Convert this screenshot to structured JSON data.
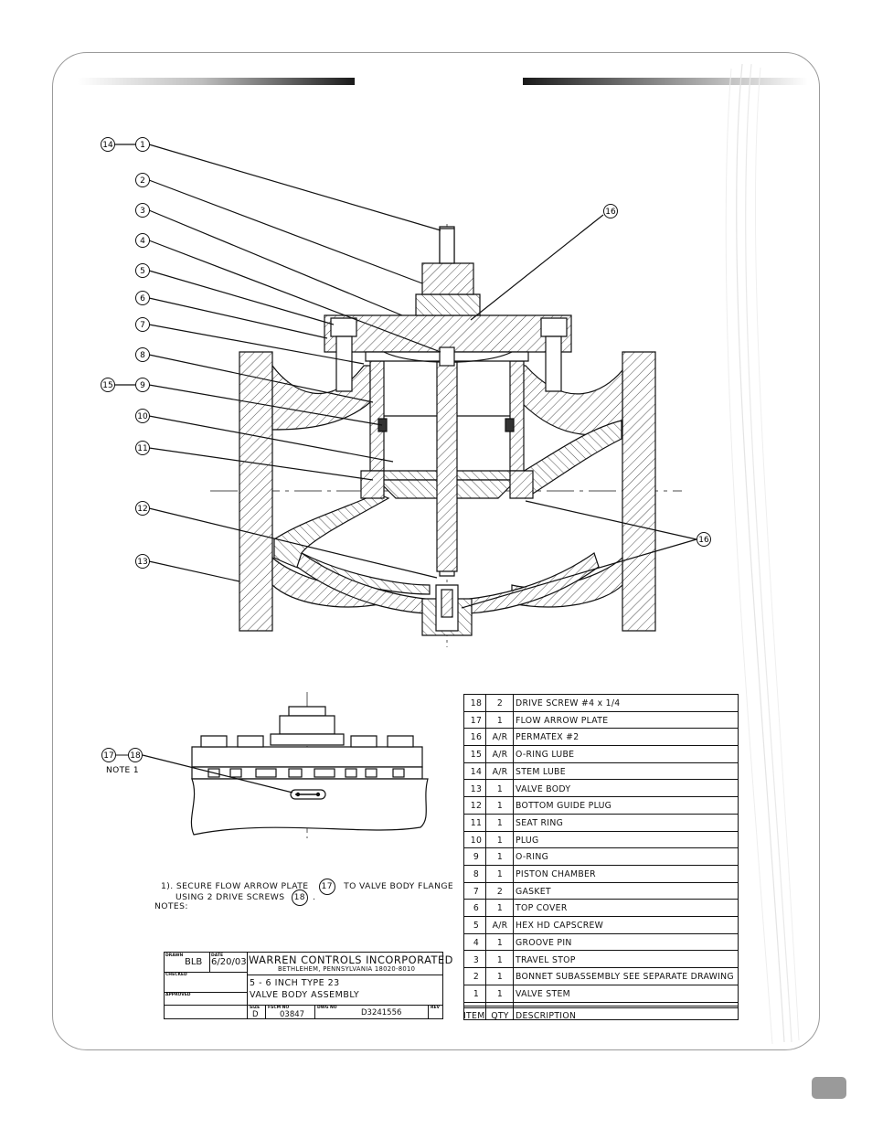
{
  "callouts_left": [
    "14",
    "1",
    "2",
    "3",
    "4",
    "5",
    "6",
    "7",
    "8",
    "15",
    "9",
    "10",
    "11",
    "12",
    "13"
  ],
  "callouts_right": [
    "16",
    "16"
  ],
  "detail": {
    "callout_a": "17",
    "callout_b": "18",
    "note_ref": "NOTE 1"
  },
  "notes": {
    "line1_pre": "1). SECURE FLOW ARROW PLATE",
    "line1_ref": "17",
    "line1_post": "TO VALVE BODY FLANGE",
    "line2_pre": "USING 2 DRIVE SCREWS",
    "line2_ref": "18",
    "line2_post": ".",
    "heading": "NOTES:"
  },
  "parts_list": {
    "rows": [
      {
        "item": "18",
        "qty": "2",
        "desc": "DRIVE SCREW #4 x 1/4"
      },
      {
        "item": "17",
        "qty": "1",
        "desc": "FLOW ARROW PLATE"
      },
      {
        "item": "16",
        "qty": "A/R",
        "desc": "PERMATEX #2"
      },
      {
        "item": "15",
        "qty": "A/R",
        "desc": "O-RING LUBE"
      },
      {
        "item": "14",
        "qty": "A/R",
        "desc": "STEM LUBE"
      },
      {
        "item": "13",
        "qty": "1",
        "desc": "VALVE BODY"
      },
      {
        "item": "12",
        "qty": "1",
        "desc": "BOTTOM GUIDE PLUG"
      },
      {
        "item": "11",
        "qty": "1",
        "desc": "SEAT RING"
      },
      {
        "item": "10",
        "qty": "1",
        "desc": "PLUG"
      },
      {
        "item": "9",
        "qty": "1",
        "desc": "O-RING"
      },
      {
        "item": "8",
        "qty": "1",
        "desc": "PISTON CHAMBER"
      },
      {
        "item": "7",
        "qty": "2",
        "desc": "GASKET"
      },
      {
        "item": "6",
        "qty": "1",
        "desc": "TOP COVER"
      },
      {
        "item": "5",
        "qty": "A/R",
        "desc": "HEX HD CAPSCREW"
      },
      {
        "item": "4",
        "qty": "1",
        "desc": "GROOVE PIN"
      },
      {
        "item": "3",
        "qty": "1",
        "desc": "TRAVEL STOP"
      },
      {
        "item": "2",
        "qty": "1",
        "desc": "BONNET SUBASSEMBLY  SEE SEPARATE DRAWING"
      },
      {
        "item": "1",
        "qty": "1",
        "desc": "VALVE STEM"
      }
    ],
    "header": {
      "item": "ITEM",
      "qty": "QTY",
      "desc": "DESCRIPTION"
    }
  },
  "title_block": {
    "drawn_label": "DRAWN",
    "drawn_value": "BLB",
    "date_label": "DATE",
    "date_value": "6/20/03",
    "checked_label": "CHECKED",
    "approved_label": "APPROVED",
    "company": "WARREN CONTROLS INCORPORATED",
    "address": "BETHLEHEM, PENNSYLVANIA 18020-8010",
    "title_line1": "5 - 6 INCH TYPE 23",
    "title_line2": "VALVE BODY ASSEMBLY",
    "size_label": "SIZE",
    "size_value": "D",
    "fscm_label": "FSCM NO",
    "fscm_value": "03847",
    "dwg_label": "DWG NO",
    "dwg_value": "D3241556",
    "rev_label": "REV"
  }
}
